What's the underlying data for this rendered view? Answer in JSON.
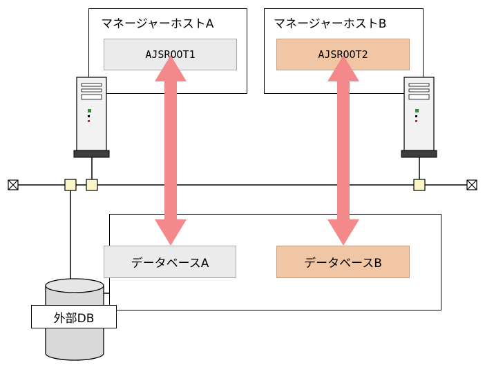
{
  "manager_host_a": {
    "title": "マネージャーホストA",
    "root": "AJSROOT1"
  },
  "manager_host_b": {
    "title": "マネージャーホストB",
    "root": "AJSROOT2"
  },
  "database_a": "データベースA",
  "database_b": "データベースB",
  "external_db": "外部DB",
  "colors": {
    "host_a_box": "#ebebeb",
    "host_b_box": "#f0c6a4",
    "arrow": "#f4898b"
  }
}
